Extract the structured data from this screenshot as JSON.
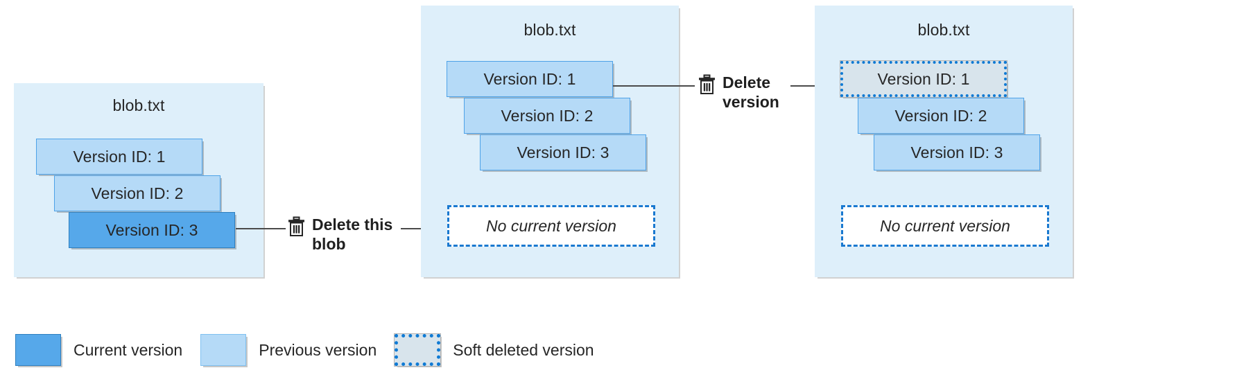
{
  "diagram": {
    "title_text": "blob.txt",
    "panels": [
      {
        "id": "panel-before-delete",
        "title": "blob.txt",
        "versions": [
          {
            "label": "Version ID: 1",
            "state": "previous"
          },
          {
            "label": "Version ID: 2",
            "state": "previous"
          },
          {
            "label": "Version ID: 3",
            "state": "current"
          }
        ],
        "placeholder": null
      },
      {
        "id": "panel-after-blob-delete",
        "title": "blob.txt",
        "versions": [
          {
            "label": "Version ID: 1",
            "state": "previous"
          },
          {
            "label": "Version ID: 2",
            "state": "previous"
          },
          {
            "label": "Version ID: 3",
            "state": "previous"
          }
        ],
        "placeholder": "No current version"
      },
      {
        "id": "panel-after-version-delete",
        "title": "blob.txt",
        "versions": [
          {
            "label": "Version ID: 1",
            "state": "softdeleted"
          },
          {
            "label": "Version ID: 2",
            "state": "previous"
          },
          {
            "label": "Version ID: 3",
            "state": "previous"
          }
        ],
        "placeholder": "No current version"
      }
    ],
    "actions": [
      {
        "id": "delete-this-blob",
        "label": "Delete this\nblob",
        "icon": "trash-icon"
      },
      {
        "id": "delete-version",
        "label": "Delete\nversion",
        "icon": "trash-icon"
      }
    ],
    "legend": [
      {
        "label": "Current version",
        "state": "current"
      },
      {
        "label": "Previous version",
        "state": "previous"
      },
      {
        "label": "Soft deleted version",
        "state": "softdeleted"
      }
    ]
  },
  "colors": {
    "panel_background": "#deeffa",
    "previous_version": "#b5daf7",
    "current_version": "#56a8ea",
    "soft_deleted_fill": "#d8e4ec",
    "soft_deleted_border": "#0f7ad4",
    "dashed_border": "#1a79d0",
    "connector": "#4a4a4a",
    "text": "#262626"
  }
}
